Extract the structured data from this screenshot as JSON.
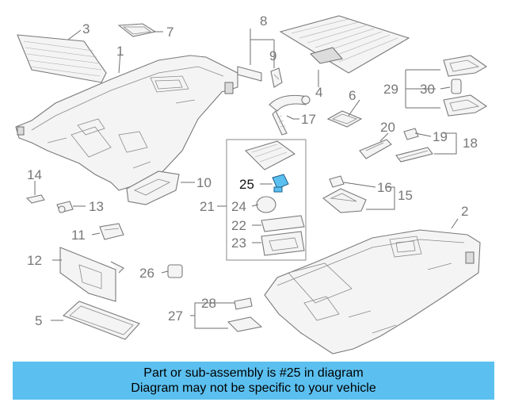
{
  "diagram": {
    "callouts": {
      "c1": "1",
      "c2": "2",
      "c3": "3",
      "c4": "4",
      "c5": "5",
      "c6": "6",
      "c7": "7",
      "c8": "8",
      "c9": "9",
      "c10": "10",
      "c11": "11",
      "c12": "12",
      "c13": "13",
      "c14": "14",
      "c15": "15",
      "c16": "16",
      "c17": "17",
      "c18": "18",
      "c19": "19",
      "c20": "20",
      "c21": "21",
      "c22": "22",
      "c23": "23",
      "c24": "24",
      "c25": "25",
      "c26": "26",
      "c27": "27",
      "c28": "28",
      "c29": "29",
      "c30": "30"
    },
    "highlight_part": "25",
    "colors": {
      "highlight": "#5bc0f0",
      "line": "#7a7a7a",
      "banner": "#5bc0f0"
    }
  },
  "banner": {
    "line1": "Part or sub-assembly is #25 in diagram",
    "line2": "Diagram may not be specific to your vehicle"
  }
}
